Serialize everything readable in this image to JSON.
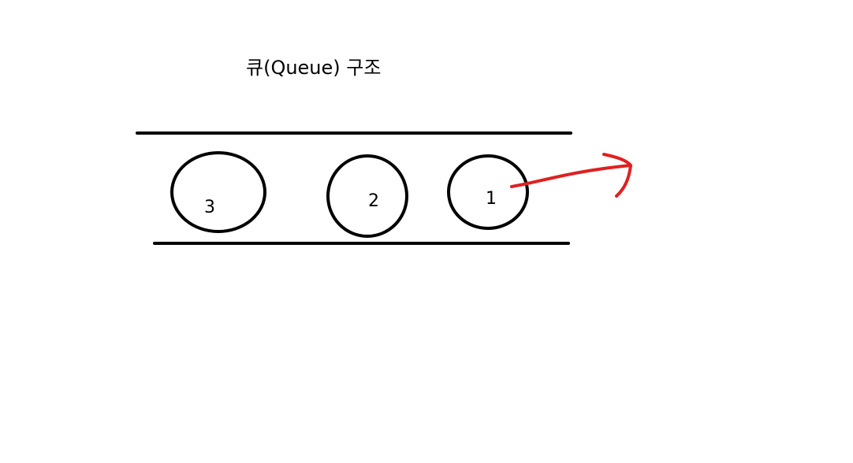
{
  "title": "큐(Queue) 구조",
  "queue_items": [
    "3",
    "2",
    "1"
  ],
  "colors": {
    "outline": "#000000",
    "dequeue_arrow": "#e02020",
    "background": "#ffffff"
  }
}
